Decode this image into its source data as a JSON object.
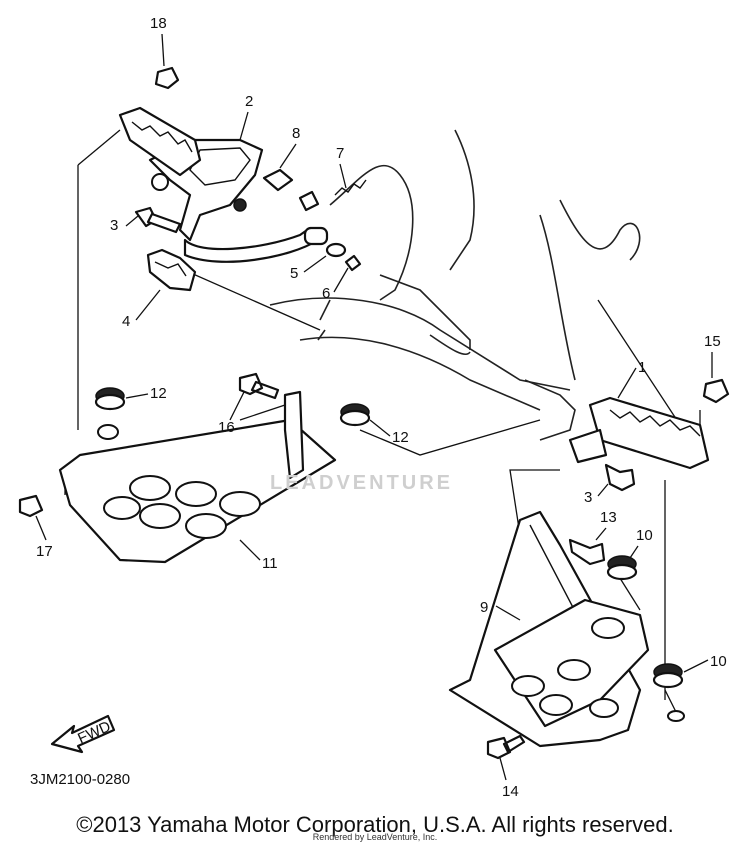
{
  "callouts": {
    "c1": "1",
    "c2": "2",
    "c3a": "3",
    "c3b": "3",
    "c4": "4",
    "c5": "5",
    "c6": "6",
    "c7": "7",
    "c8": "8",
    "c9": "9",
    "c10a": "10",
    "c10b": "10",
    "c11": "11",
    "c12a": "12",
    "c12b": "12",
    "c13": "13",
    "c14": "14",
    "c15": "15",
    "c16": "16",
    "c17": "17",
    "c18": "18"
  },
  "fwd_label": "FWD",
  "drawing_code": "3JM2100-0280",
  "watermark": "LEADVENTURE",
  "copyright": "©2013 Yamaha Motor Corporation, U.S.A. All rights reserved.",
  "rendered_by": "Rendered by LeadVenture, Inc."
}
